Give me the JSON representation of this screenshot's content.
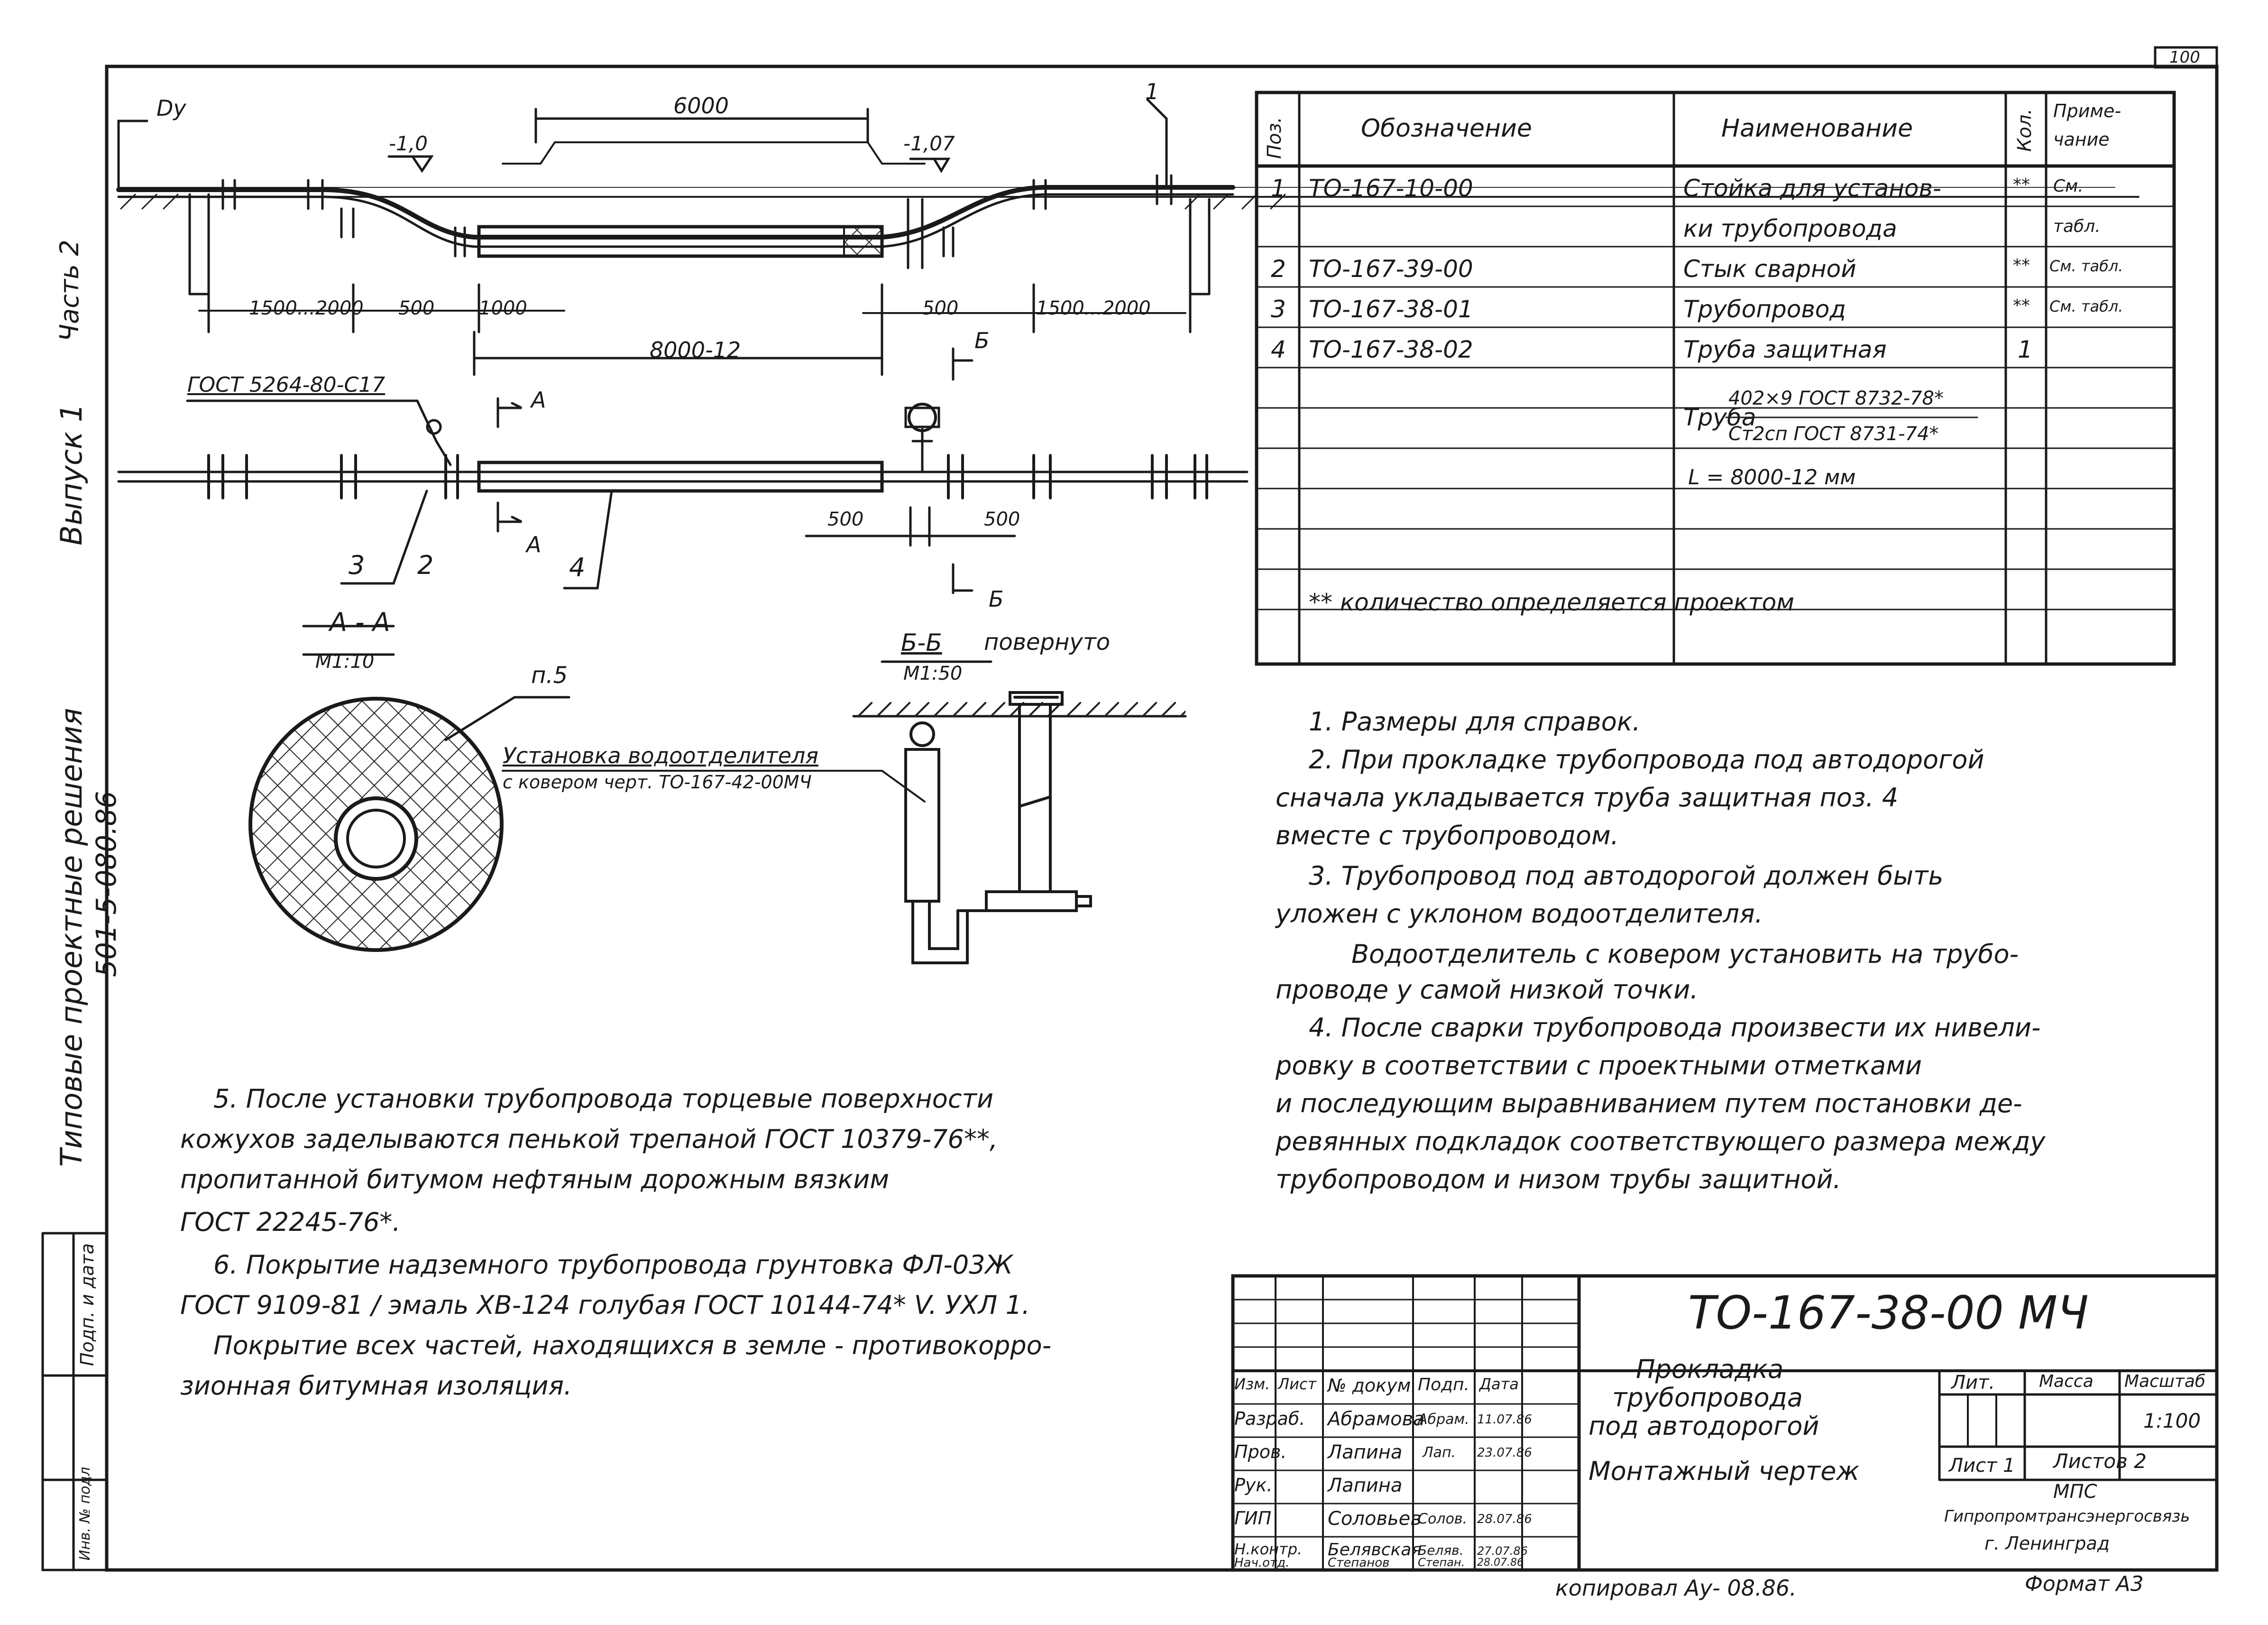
{
  "sheet": {
    "page_number": "100",
    "copied": "копировал Ау- 08.86.",
    "format": "Формат А3"
  },
  "side": {
    "series": "Типовые проектные решения",
    "code": "501-5-080.86",
    "issue": "Выпуск 1",
    "part": "Часть 2",
    "sig_date": "Подп. и дата",
    "inv": "Инв. № подл"
  },
  "drawing": {
    "dy": "Dy",
    "d6000": "6000",
    "level_left": "-1,0",
    "level_right": "-1,07",
    "pos1": "1",
    "d1500_l": "1500...2000",
    "d500_l": "500",
    "d1000": "1000",
    "d500_r": "500",
    "d1500_r": "1500...2000",
    "d8000": "8000-12",
    "gost_label": "ГОСТ 5264-80-С17",
    "sec_a": "А",
    "sec_b": "Б",
    "pos3": "3",
    "pos2": "2",
    "pos4": "4",
    "d500_a": "500",
    "d500_b": "500",
    "aa_title": "А - А",
    "aa_scale": "М1:10",
    "p5": "п.5",
    "bb_title": "Б-Б",
    "bb_turned": "повернуто",
    "bb_scale": "М1:50",
    "wsep_1": "Установка водоотделителя",
    "wsep_2": "с ковером черт. ТО-167-42-00МЧ"
  },
  "spec": {
    "headers": {
      "pos": "Поз.",
      "desig": "Обозначение",
      "name": "Наименование",
      "qty": "Кол.",
      "note_1": "Приме-",
      "note_2": "чание"
    },
    "rows": [
      {
        "pos": "1",
        "desig": "ТО-167-10-00",
        "name": "Стойка для установ-",
        "qty": "**",
        "note": "См."
      },
      {
        "pos": "",
        "desig": "",
        "name": "ки трубопровода",
        "qty": "",
        "note": "табл."
      },
      {
        "pos": "2",
        "desig": "ТО-167-39-00",
        "name": "Стык сварной",
        "qty": "**",
        "note": "См. табл."
      },
      {
        "pos": "3",
        "desig": "ТО-167-38-01",
        "name": "Трубопровод",
        "qty": "**",
        "note": "См. табл."
      },
      {
        "pos": "4",
        "desig": "ТО-167-38-02",
        "name": "Труба защитная",
        "qty": "1",
        "note": ""
      }
    ],
    "pipe_word": "Труба",
    "pipe_top": "402×9 ГОСТ 8732-78*",
    "pipe_bottom": "Ст2сп ГОСТ 8731-74*",
    "length": "L = 8000-12 мм",
    "footnote": "** количество определяется проектом"
  },
  "notes_right": [
    "1. Размеры для справок.",
    "2. При прокладке трубопровода под автодорогой",
    "сначала укладывается труба защитная поз. 4",
    "вместе с трубопроводом.",
    "3. Трубопровод под автодорогой должен быть",
    "уложен с уклоном водоотделителя.",
    "Водоотделитель с ковером установить на трубо-",
    "проводе у самой низкой точки.",
    "4. После сварки трубопровода произвести их нивели-",
    "ровку в соответствии с проектными отметками",
    "и последующим выравниванием путем постановки де-",
    "ревянных подкладок соответствующего размера между",
    "трубопроводом и низом трубы защитной."
  ],
  "notes_left": [
    "5. После установки трубопровода торцевые поверхности",
    "кожухов заделываются пенькой трепаной ГОСТ 10379-76**,",
    "пропитанной битумом нефтяным дорожным вязким",
    "ГОСТ 22245-76*.",
    "6. Покрытие надземного трубопровода грунтовка ФЛ-03Ж",
    "ГОСТ 9109-81 / эмаль ХВ-124 голубая ГОСТ 10144-74* V. УХЛ 1.",
    "Покрытие всех частей, находящихся в земле - противокорро-",
    "зионная битумная изоляция."
  ],
  "title_block": {
    "code": "ТО-167-38-00 МЧ",
    "title_1": "Прокладка",
    "title_2": "трубопровода",
    "title_3": "под автодорогой",
    "title_4": "Монтажный чертеж",
    "lit": "Лит.",
    "mass": "Масса",
    "scale_h": "Масштаб",
    "scale": "1:100",
    "sheet": "Лист 1",
    "sheets": "Листов 2",
    "org_1": "МПС",
    "org_2": "Гипропромтрансэнергосвязь",
    "org_3": "г. Ленинград",
    "hdr": [
      "Изм.",
      "Лист",
      "№ докум.",
      "Подп.",
      "Дата"
    ],
    "roles": [
      {
        "role": "Разраб.",
        "name": "Абрамова",
        "sign": "Абрам.",
        "date": "11.07.86"
      },
      {
        "role": "Пров.",
        "name": "Лапина",
        "sign": "Лап.",
        "date": "23.07.86"
      },
      {
        "role": "Рук.",
        "name": "Лапина",
        "sign": "",
        "date": ""
      },
      {
        "role": "ГИП",
        "name": "Соловьев",
        "sign": "Солов.",
        "date": "28.07.86"
      },
      {
        "role": "Н.контр.",
        "name": "Белявская",
        "sign": "Беляв.",
        "date": "27.07.86"
      },
      {
        "role": "Нач.отд.",
        "name": "Степанов",
        "sign": "Степан.",
        "date": "28.07.86"
      }
    ]
  }
}
